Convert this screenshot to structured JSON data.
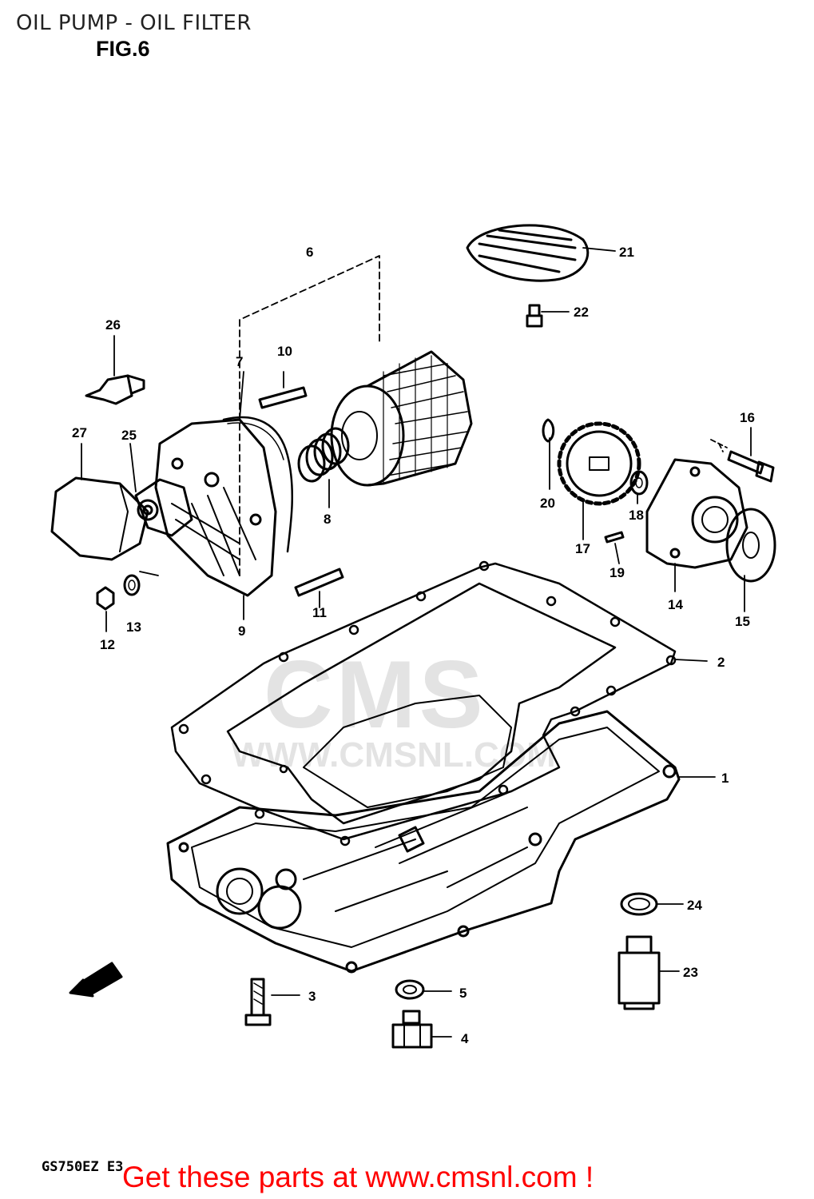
{
  "header": {
    "title": "OIL PUMP - OIL FILTER",
    "figure": "FIG.6"
  },
  "footer": {
    "model_code": "GS750EZ E3",
    "cta": "Get these parts at www.cmsnl.com !"
  },
  "watermark": {
    "logo": "CMS",
    "url": "WWW.CMSNL.COM"
  },
  "callouts": [
    {
      "id": "1",
      "text": "1"
    },
    {
      "id": "2",
      "text": "2"
    },
    {
      "id": "3",
      "text": "3"
    },
    {
      "id": "4",
      "text": "4"
    },
    {
      "id": "5",
      "text": "5"
    },
    {
      "id": "6",
      "text": "6"
    },
    {
      "id": "7",
      "text": "7"
    },
    {
      "id": "8",
      "text": "8"
    },
    {
      "id": "9",
      "text": "9"
    },
    {
      "id": "10",
      "text": "10"
    },
    {
      "id": "11",
      "text": "11"
    },
    {
      "id": "12",
      "text": "12"
    },
    {
      "id": "13",
      "text": "13"
    },
    {
      "id": "14",
      "text": "14"
    },
    {
      "id": "15",
      "text": "15"
    },
    {
      "id": "16",
      "text": "16"
    },
    {
      "id": "17",
      "text": "17"
    },
    {
      "id": "18",
      "text": "18"
    },
    {
      "id": "19",
      "text": "19"
    },
    {
      "id": "20",
      "text": "20"
    },
    {
      "id": "21",
      "text": "21"
    },
    {
      "id": "22",
      "text": "22"
    },
    {
      "id": "23",
      "text": "23"
    },
    {
      "id": "24",
      "text": "24"
    },
    {
      "id": "25",
      "text": "25"
    },
    {
      "id": "26",
      "text": "26"
    },
    {
      "id": "27",
      "text": "27"
    }
  ],
  "colors": {
    "cta": "#ff0000",
    "line": "#000000",
    "watermark": "#555555"
  }
}
